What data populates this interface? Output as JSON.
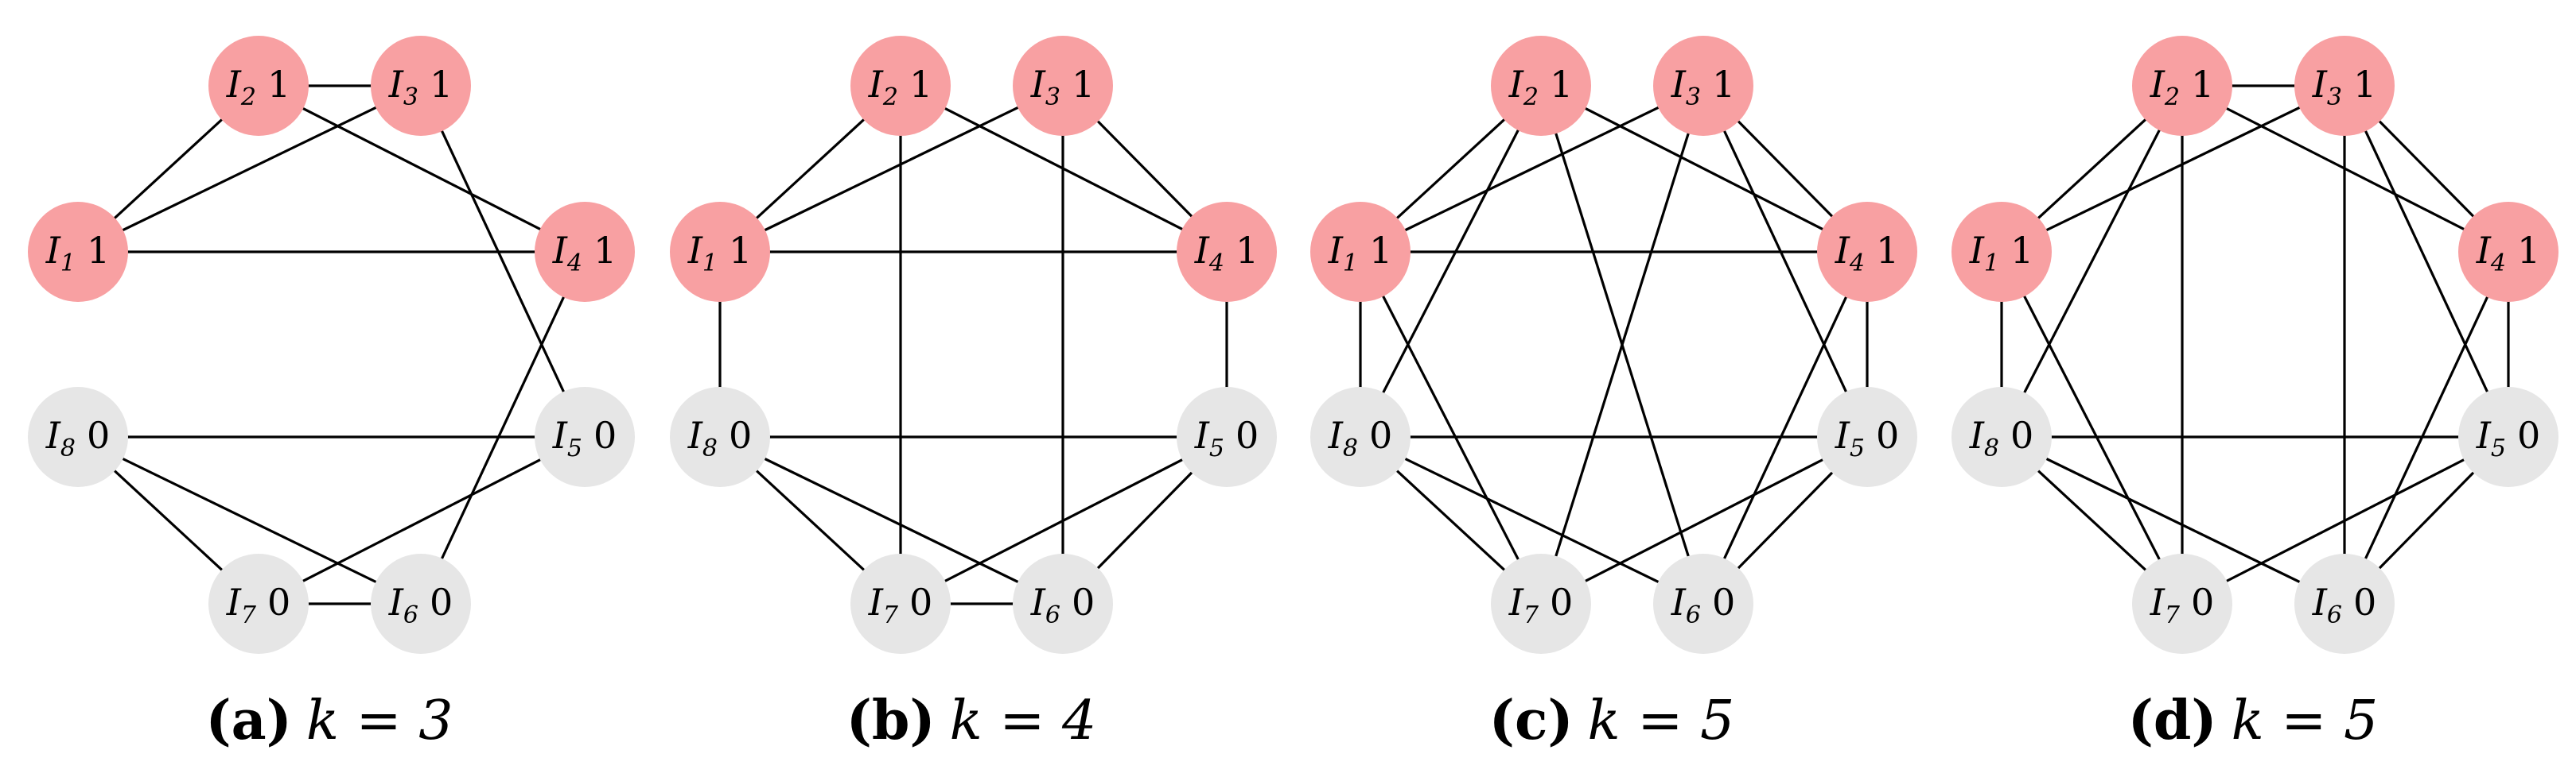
{
  "colors": {
    "highlight_node": "#f8a0a2",
    "plain_node": "#e6e6e6",
    "edge": "#000000",
    "text": "#000000"
  },
  "panels": [
    {
      "caption_letter": "(a)",
      "caption_eq": "k = 3",
      "nodes": [
        {
          "label": "I",
          "index": "1",
          "value": "1",
          "highlighted": true
        },
        {
          "label": "I",
          "index": "2",
          "value": "1",
          "highlighted": true
        },
        {
          "label": "I",
          "index": "3",
          "value": "1",
          "highlighted": true
        },
        {
          "label": "I",
          "index": "4",
          "value": "1",
          "highlighted": true
        },
        {
          "label": "I",
          "index": "5",
          "value": "0",
          "highlighted": false
        },
        {
          "label": "I",
          "index": "6",
          "value": "0",
          "highlighted": false
        },
        {
          "label": "I",
          "index": "7",
          "value": "0",
          "highlighted": false
        },
        {
          "label": "I",
          "index": "8",
          "value": "0",
          "highlighted": false
        }
      ],
      "edges": [
        [
          1,
          2
        ],
        [
          1,
          3
        ],
        [
          1,
          4
        ],
        [
          2,
          3
        ],
        [
          2,
          4
        ],
        [
          3,
          5
        ],
        [
          4,
          6
        ],
        [
          5,
          7
        ],
        [
          5,
          8
        ],
        [
          6,
          7
        ],
        [
          6,
          8
        ],
        [
          7,
          8
        ]
      ]
    },
    {
      "caption_letter": "(b)",
      "caption_eq": "k = 4",
      "nodes": [
        {
          "label": "I",
          "index": "1",
          "value": "1",
          "highlighted": true
        },
        {
          "label": "I",
          "index": "2",
          "value": "1",
          "highlighted": true
        },
        {
          "label": "I",
          "index": "3",
          "value": "1",
          "highlighted": true
        },
        {
          "label": "I",
          "index": "4",
          "value": "1",
          "highlighted": true
        },
        {
          "label": "I",
          "index": "5",
          "value": "0",
          "highlighted": false
        },
        {
          "label": "I",
          "index": "6",
          "value": "0",
          "highlighted": false
        },
        {
          "label": "I",
          "index": "7",
          "value": "0",
          "highlighted": false
        },
        {
          "label": "I",
          "index": "8",
          "value": "0",
          "highlighted": false
        }
      ],
      "edges": [
        [
          1,
          2
        ],
        [
          1,
          3
        ],
        [
          1,
          4
        ],
        [
          1,
          8
        ],
        [
          2,
          4
        ],
        [
          2,
          7
        ],
        [
          3,
          4
        ],
        [
          3,
          6
        ],
        [
          4,
          5
        ],
        [
          5,
          6
        ],
        [
          5,
          7
        ],
        [
          5,
          8
        ],
        [
          6,
          7
        ],
        [
          6,
          8
        ],
        [
          7,
          8
        ]
      ]
    },
    {
      "caption_letter": "(c)",
      "caption_eq": "k = 5",
      "nodes": [
        {
          "label": "I",
          "index": "1",
          "value": "1",
          "highlighted": true
        },
        {
          "label": "I",
          "index": "2",
          "value": "1",
          "highlighted": true
        },
        {
          "label": "I",
          "index": "3",
          "value": "1",
          "highlighted": true
        },
        {
          "label": "I",
          "index": "4",
          "value": "1",
          "highlighted": true
        },
        {
          "label": "I",
          "index": "5",
          "value": "0",
          "highlighted": false
        },
        {
          "label": "I",
          "index": "6",
          "value": "0",
          "highlighted": false
        },
        {
          "label": "I",
          "index": "7",
          "value": "0",
          "highlighted": false
        },
        {
          "label": "I",
          "index": "8",
          "value": "0",
          "highlighted": false
        }
      ],
      "edges": [
        [
          1,
          2
        ],
        [
          1,
          3
        ],
        [
          1,
          4
        ],
        [
          1,
          7
        ],
        [
          1,
          8
        ],
        [
          2,
          4
        ],
        [
          2,
          6
        ],
        [
          2,
          8
        ],
        [
          3,
          4
        ],
        [
          3,
          5
        ],
        [
          3,
          7
        ],
        [
          4,
          5
        ],
        [
          4,
          6
        ],
        [
          5,
          6
        ],
        [
          5,
          7
        ],
        [
          5,
          8
        ],
        [
          6,
          8
        ],
        [
          7,
          8
        ]
      ]
    },
    {
      "caption_letter": "(d)",
      "caption_eq": "k = 5",
      "nodes": [
        {
          "label": "I",
          "index": "1",
          "value": "1",
          "highlighted": true
        },
        {
          "label": "I",
          "index": "2",
          "value": "1",
          "highlighted": true
        },
        {
          "label": "I",
          "index": "3",
          "value": "1",
          "highlighted": true
        },
        {
          "label": "I",
          "index": "4",
          "value": "1",
          "highlighted": true
        },
        {
          "label": "I",
          "index": "5",
          "value": "0",
          "highlighted": false
        },
        {
          "label": "I",
          "index": "6",
          "value": "0",
          "highlighted": false
        },
        {
          "label": "I",
          "index": "7",
          "value": "0",
          "highlighted": false
        },
        {
          "label": "I",
          "index": "8",
          "value": "0",
          "highlighted": false
        }
      ],
      "edges": [
        [
          1,
          2
        ],
        [
          1,
          3
        ],
        [
          1,
          7
        ],
        [
          1,
          8
        ],
        [
          2,
          3
        ],
        [
          2,
          4
        ],
        [
          2,
          7
        ],
        [
          2,
          8
        ],
        [
          3,
          4
        ],
        [
          3,
          5
        ],
        [
          3,
          6
        ],
        [
          4,
          5
        ],
        [
          4,
          6
        ],
        [
          5,
          6
        ],
        [
          5,
          7
        ],
        [
          5,
          8
        ],
        [
          6,
          8
        ],
        [
          7,
          8
        ]
      ]
    }
  ]
}
